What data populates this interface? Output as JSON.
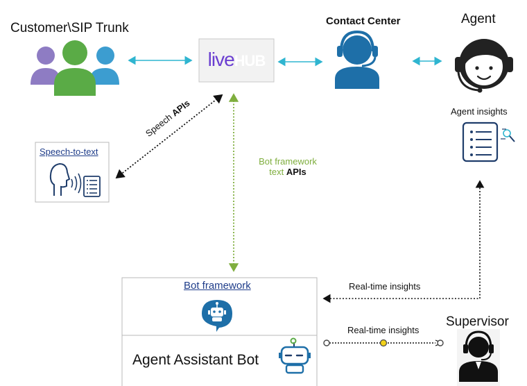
{
  "nodes": {
    "customer": "Customer\\SIP Trunk",
    "contact_center": "Contact Center",
    "agent": "Agent",
    "agent_insights": "Agent insights",
    "speech_to_text": "Speech-to-text",
    "bot_framework": "Bot framework",
    "agent_assistant_bot": "Agent Assistant Bot",
    "supervisor": "Supervisor"
  },
  "logo": {
    "part1": "live",
    "part2": "HUB"
  },
  "edges": {
    "speech_apis_1": "Speech ",
    "speech_apis_2": "APIs",
    "bot_text_1": "Bot framework",
    "bot_text_2": "text ",
    "bot_text_3": "APIs",
    "realtime_1": "Real-time insights",
    "realtime_2": "Real-time insights"
  },
  "colors": {
    "arrow_cyan": "#2fb5d0",
    "arrow_green": "#7fae3e",
    "navy": "#1f3d6b",
    "customer_green": "#5aab46",
    "customer_purple": "#8e7cc3",
    "customer_blue": "#3c9dd0"
  }
}
